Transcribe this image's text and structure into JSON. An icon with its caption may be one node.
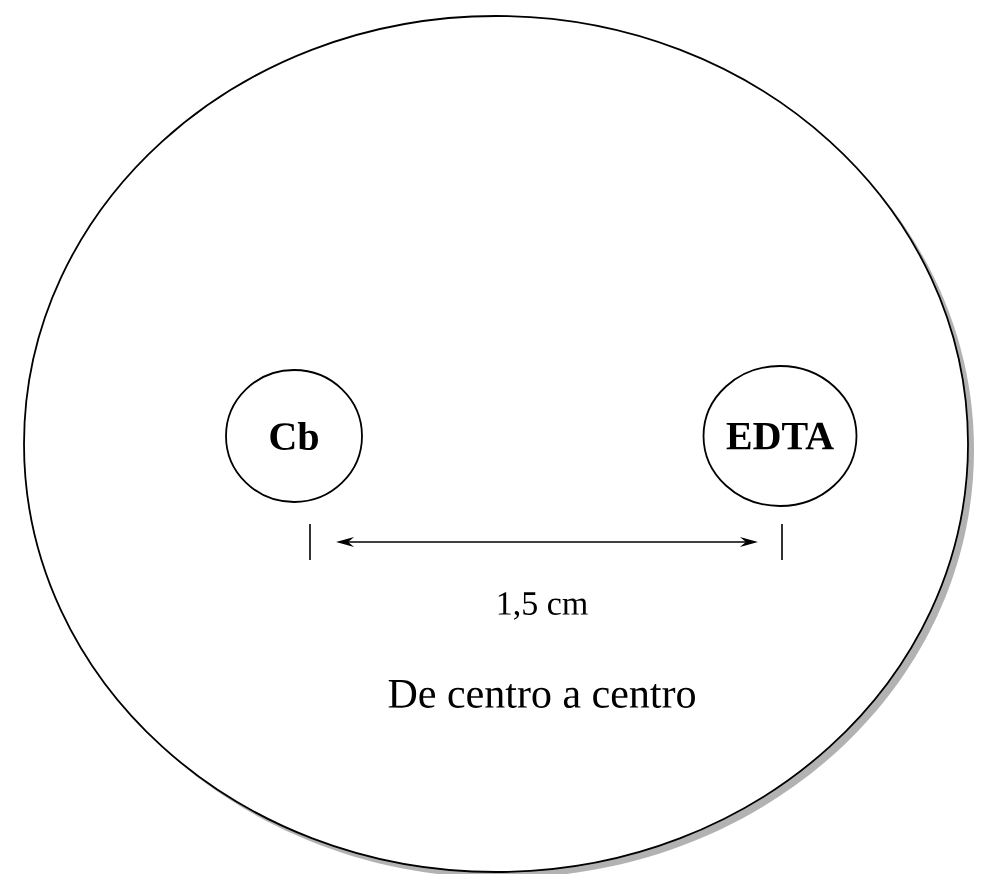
{
  "diagram": {
    "nodes": [
      {
        "text": [],
        "shape": "circle"
      },
      {
        "text": [
          "Cb"
        ],
        "in": 0
      },
      {
        "text": [
          "EDTA"
        ],
        "in": 0
      }
    ],
    "labels": [
      "1,5 cm",
      "De centro a centro"
    ]
  }
}
